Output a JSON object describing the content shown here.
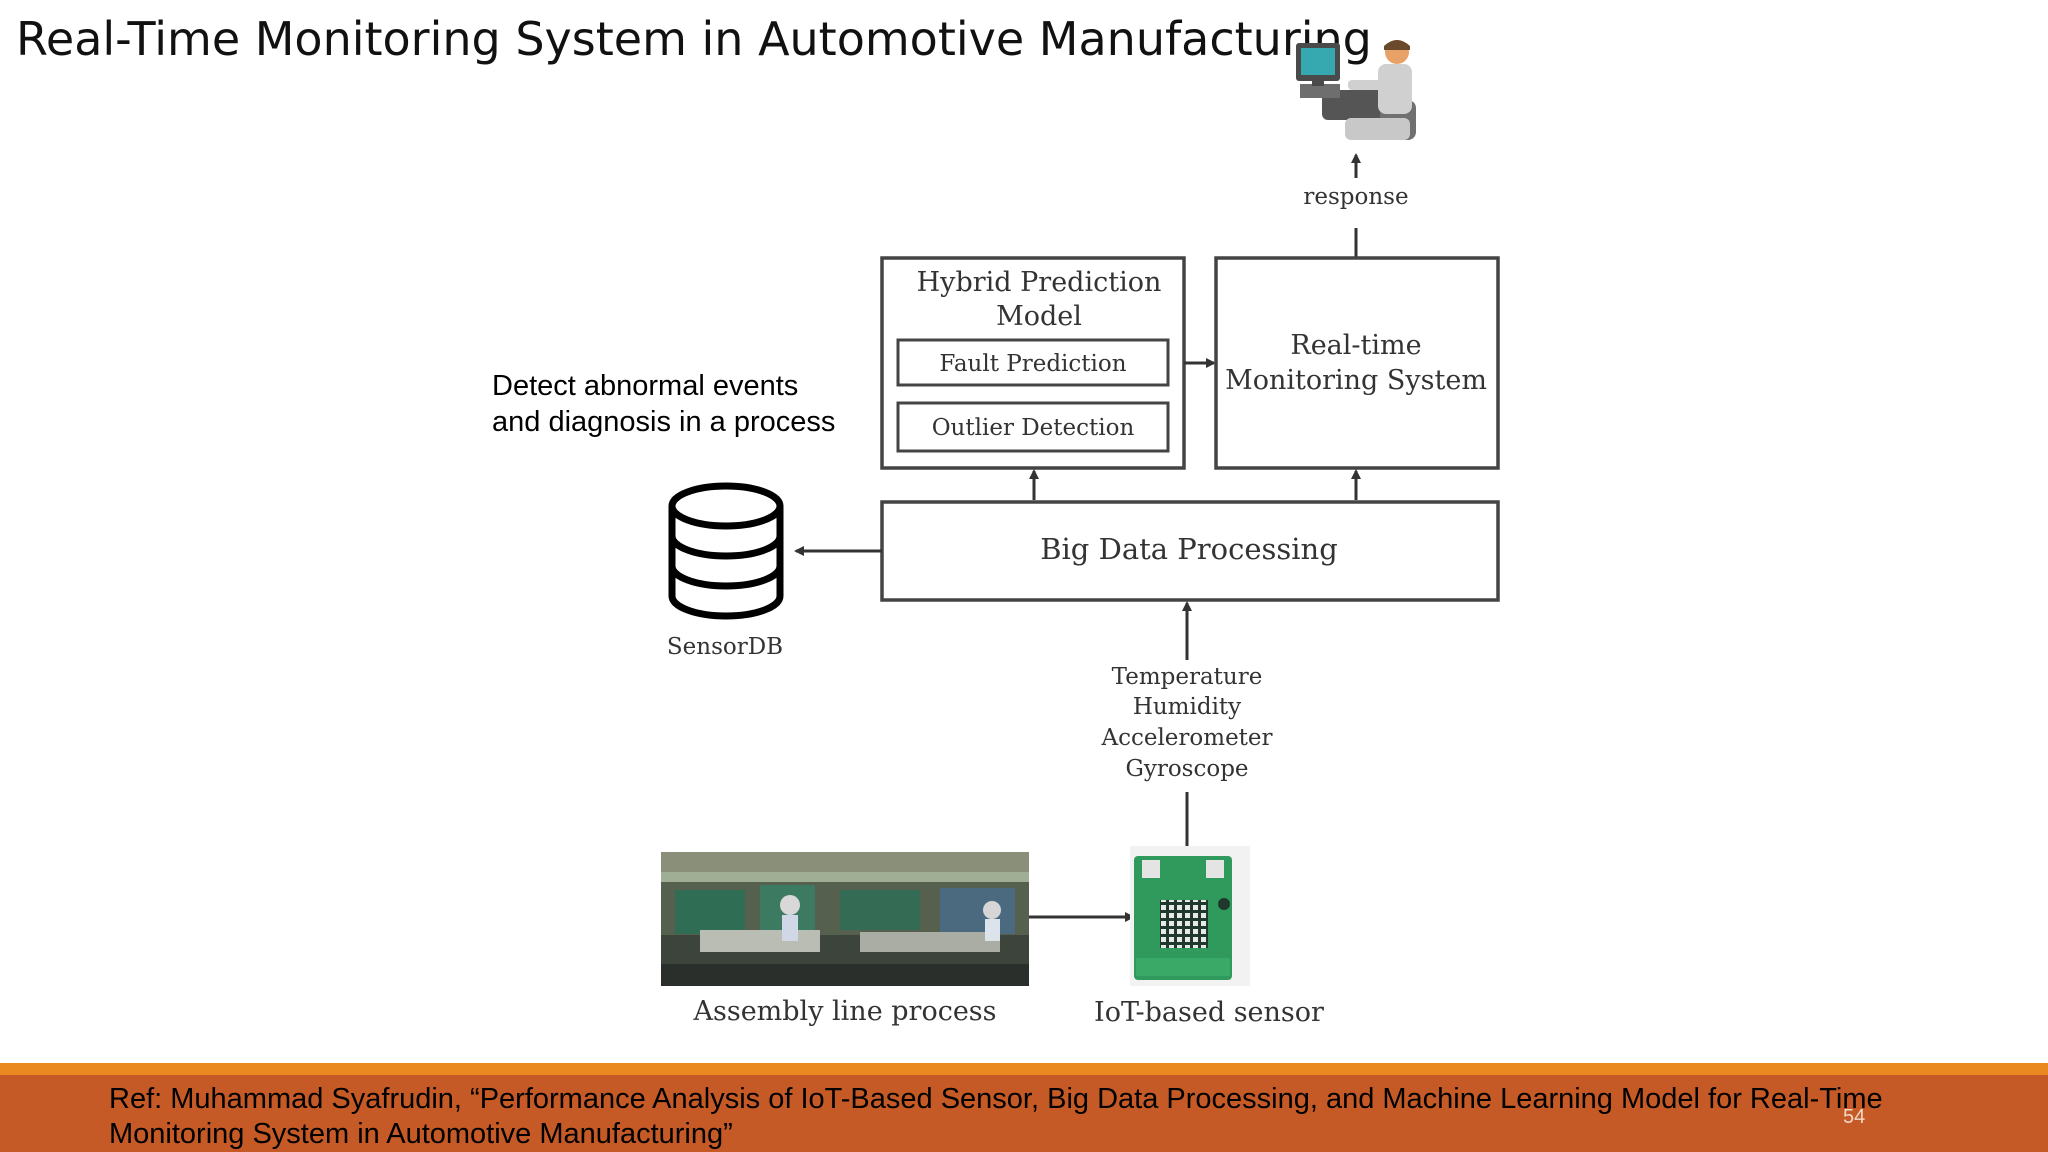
{
  "slide": {
    "title": "Real-Time Monitoring System in Automotive Manufacturing",
    "callout_line1": "Detect abnormal events",
    "callout_line2": "and diagnosis in a process",
    "page_number": "54"
  },
  "diagram": {
    "response_label": "response",
    "hybrid_title_line1": "Hybrid Prediction",
    "hybrid_title_line2": "Model",
    "fault_prediction": "Fault Prediction",
    "outlier_detection": "Outlier Detection",
    "rtms_line1": "Real-time",
    "rtms_line2": "Monitoring System",
    "big_data": "Big Data Processing",
    "sensordb": "SensorDB",
    "sensors": [
      "Temperature",
      "Humidity",
      "Accelerometer",
      "Gyroscope"
    ],
    "assembly_label": "Assembly line process",
    "iot_label": "IoT-based sensor"
  },
  "footer": {
    "ref_line1": "Ref: Muhammad Syafrudin, “Performance Analysis of IoT-Based Sensor, Big Data Processing, and Machine Learning Model for Real-Time",
    "ref_line2": "Monitoring System in Automotive Manufacturing”"
  },
  "colors": {
    "footer_bg": "#c65a26",
    "footer_stripe": "#e9891f"
  }
}
